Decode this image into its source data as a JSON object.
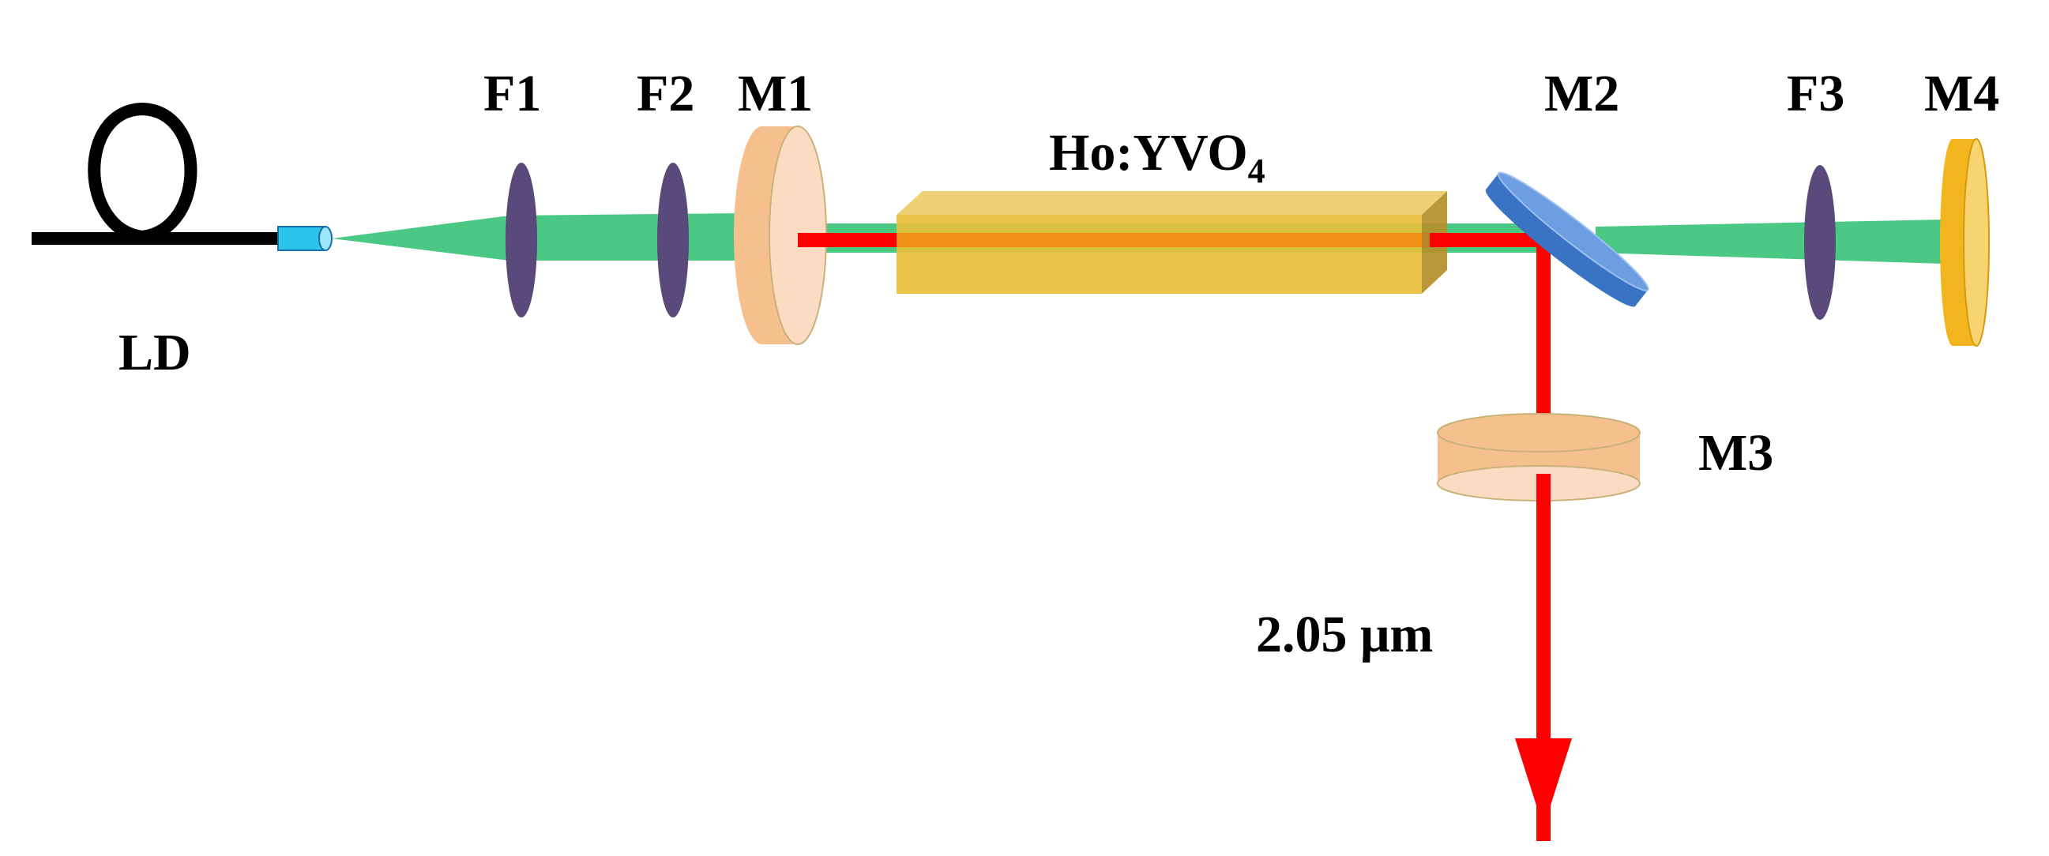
{
  "labels": {
    "ld": "LD",
    "f1": "F1",
    "f2": "F2",
    "m1": "M1",
    "crystal_main": "Ho:YVO",
    "crystal_sub": "4",
    "m2": "M2",
    "f3": "F3",
    "m4": "M4",
    "m3": "M3",
    "output": "2.05 μm"
  },
  "colors": {
    "pump_beam": "#4cc885",
    "laser_beam": "#ff0000",
    "crystal": "#e8bf3a",
    "lens": "#5a4a7c",
    "mirror_m1_m3": "#f6c08e",
    "mirror_m2": "#5b8fd6",
    "mirror_m4": "#f2b51e",
    "fiber": "#000000",
    "coupler": "#2bc4ea"
  }
}
